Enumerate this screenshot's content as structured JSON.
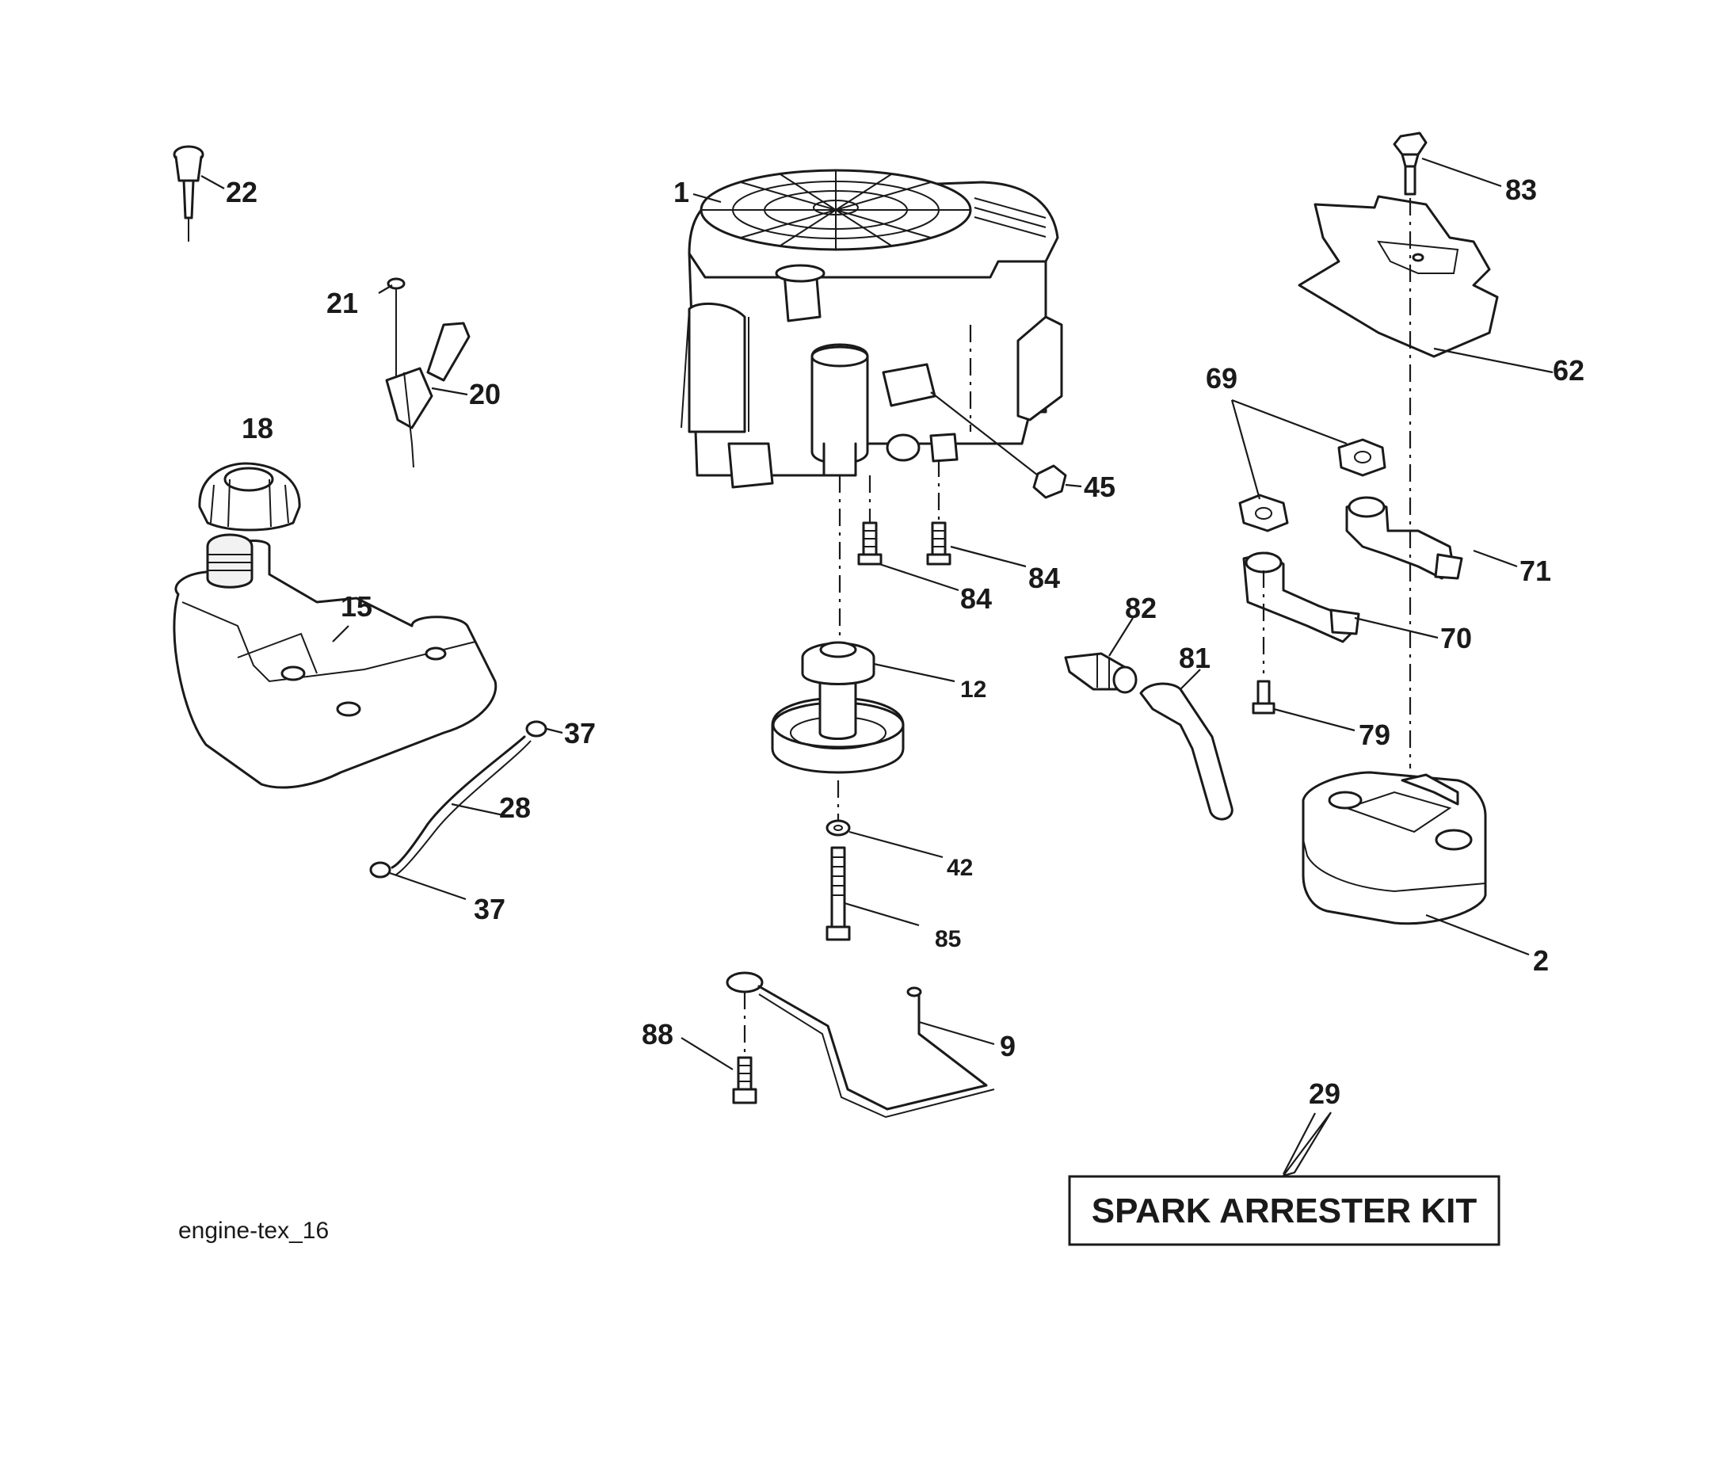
{
  "callouts": {
    "c1": "1",
    "c2": "2",
    "c9": "9",
    "c12": "12",
    "c15": "15",
    "c18": "18",
    "c20": "20",
    "c21": "21",
    "c22": "22",
    "c28": "28",
    "c29": "29",
    "c37a": "37",
    "c37b": "37",
    "c42": "42",
    "c45": "45",
    "c62": "62",
    "c69": "69",
    "c70": "70",
    "c71": "71",
    "c79": "79",
    "c81": "81",
    "c82": "82",
    "c83": "83",
    "c84a": "84",
    "c84b": "84",
    "c85": "85",
    "c88": "88"
  },
  "kit_label": "SPARK ARRESTER KIT",
  "caption": "engine-tex_16"
}
